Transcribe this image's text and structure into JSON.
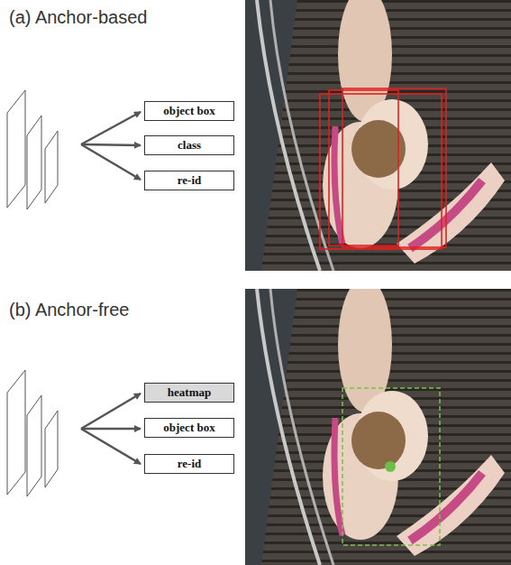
{
  "diagram": {
    "nodes": [
      {
        "text": [
          "object box"
        ]
      },
      {
        "text": [
          "class"
        ]
      },
      {
        "text": [
          "re-id"
        ]
      },
      {
        "text": [
          "heatmap"
        ]
      },
      {
        "text": [
          "object box"
        ]
      },
      {
        "text": [
          "re-id"
        ]
      }
    ],
    "labels": [
      "(a) Anchor-based",
      "(b) Anchor-free"
    ]
  }
}
